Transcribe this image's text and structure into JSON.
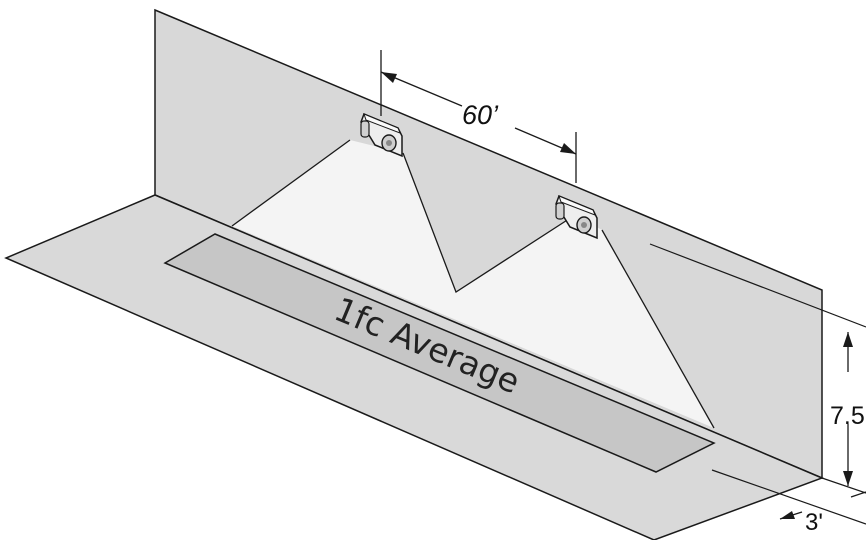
{
  "diagram": {
    "labels": {
      "spacing": "60’",
      "area_label": "1fc Average",
      "height": "7.5",
      "offset": "3'"
    },
    "colors": {
      "wall": "#d8d8d8",
      "floor": "#d9d9d9",
      "illuminated_area": "#c6c6c6",
      "light_cone": "#f4f4f4",
      "outline": "#1a1a1a"
    },
    "icons": [
      "wall-light-fixture-icon",
      "wall-light-fixture-icon"
    ]
  }
}
